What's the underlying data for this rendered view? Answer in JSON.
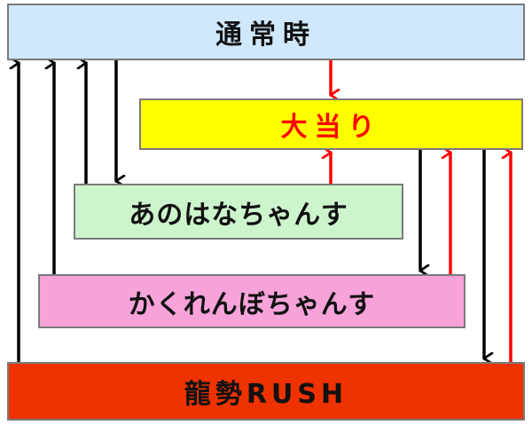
{
  "nodes": {
    "normal": "通常時",
    "jackpot": "大当り",
    "anohana": "あのはなちゃんす",
    "kakurenbo": "かくれんぼちゃんす",
    "rush": "龍勢RUSH"
  },
  "colors": {
    "normal_bg": "#cfe8fb",
    "jackpot_bg": "#ffff00",
    "jackpot_text": "#ff0000",
    "anohana_bg": "#ccf5cc",
    "kakurenbo_bg": "#f7a3d9",
    "rush_bg": "#ee3300",
    "arrow_black": "#000000",
    "arrow_red": "#ff0000"
  }
}
